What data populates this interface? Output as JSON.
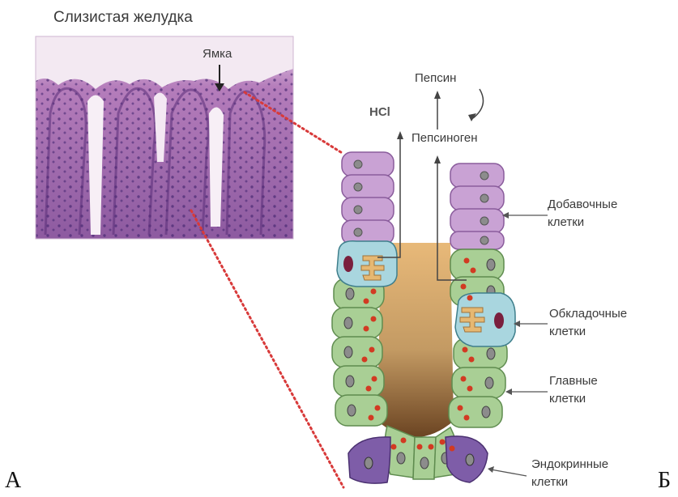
{
  "header": {
    "title": "Слизистая желудка"
  },
  "micrograph": {
    "pit_label": "Ямка"
  },
  "secretion": {
    "pepsin": "Пепсин",
    "hcl": "HCl",
    "pepsinogen": "Пепсиноген"
  },
  "cell_labels": {
    "accessory": [
      "Добавочные",
      "клетки"
    ],
    "parietal": [
      "Обкладочные",
      "клетки"
    ],
    "chief": [
      "Главные",
      "клетки"
    ],
    "endocrine": [
      "Эндокринные",
      "клетки"
    ]
  },
  "panel_letters": {
    "left": "А",
    "right": "Б"
  },
  "colors": {
    "accessory_cell": "#c9a2d4",
    "parietal_cell": "#a9d6df",
    "chief_cell": "#a9cf95",
    "endocrine_cell": "#7e5da8",
    "lumen": "#c39a63",
    "granule": "#d23a22",
    "nucleus": "#8c8c8c",
    "connector": "#d83a3a",
    "tissue": "#b478b8"
  }
}
